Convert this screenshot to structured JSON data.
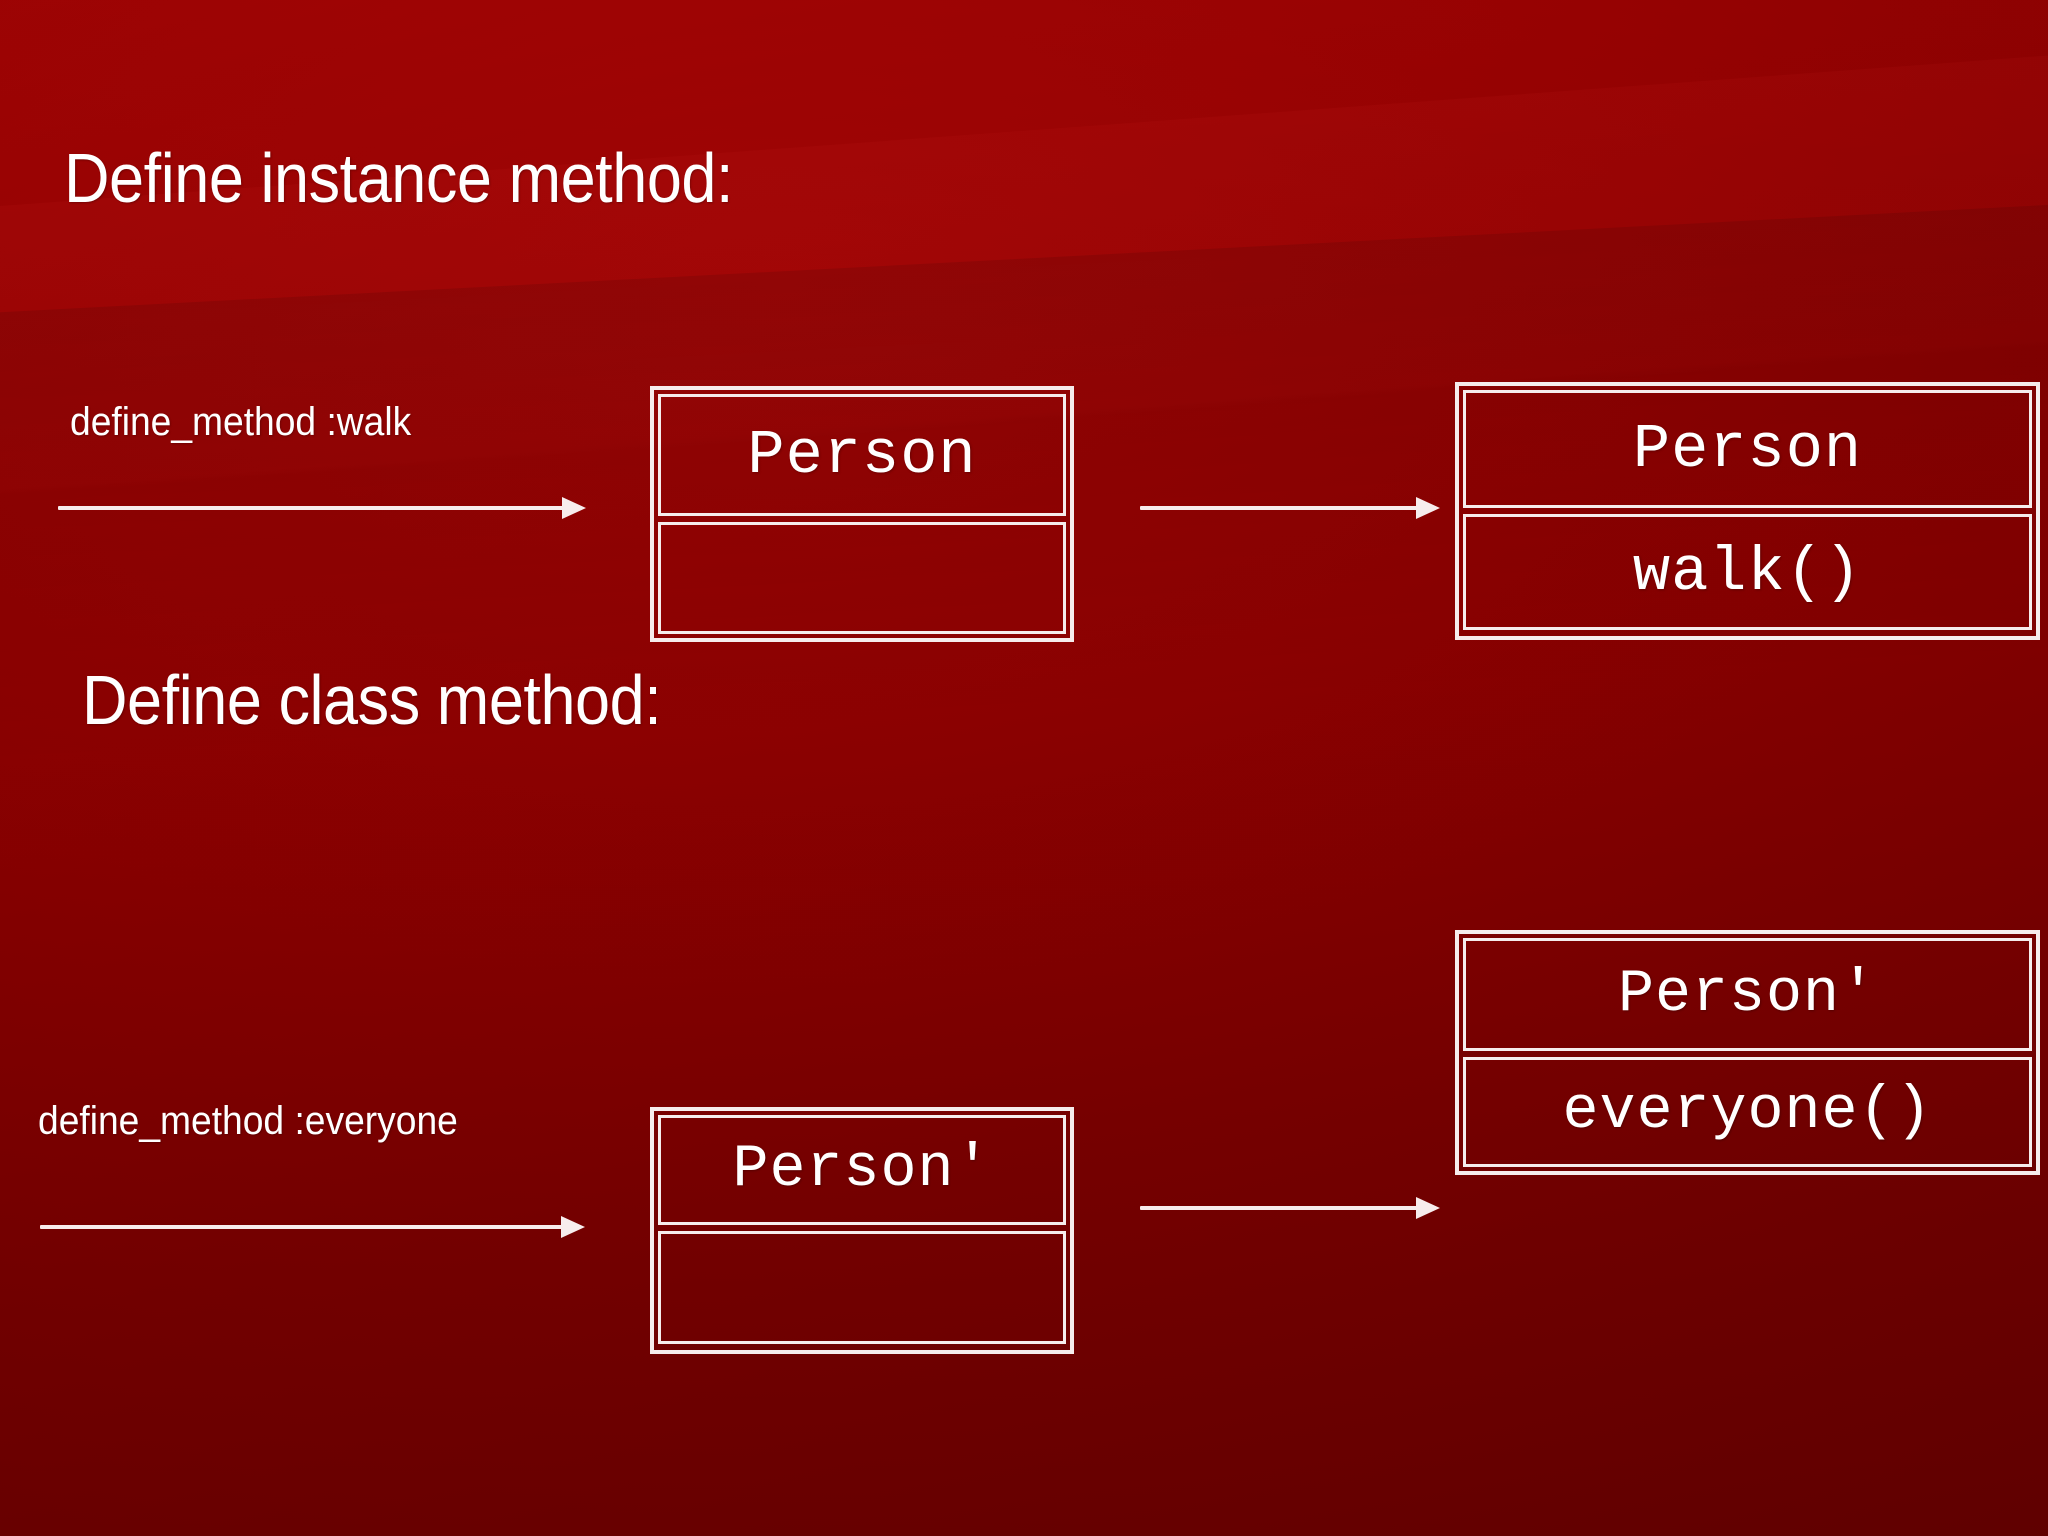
{
  "slide": {
    "background_color_top": "#9d0303",
    "background_color_bottom": "#6d0000",
    "foreground_color": "#ffffff",
    "stroke_color": "#f6ecec"
  },
  "sections": [
    {
      "heading": "Define instance method:",
      "edge_label": "define_method :walk",
      "before": {
        "class_name": "Person",
        "operations": []
      },
      "after": {
        "class_name": "Person",
        "operations": [
          "walk()"
        ]
      }
    },
    {
      "heading": "Define class method:",
      "edge_label": "define_method :everyone",
      "before": {
        "class_name": "Person'",
        "operations": []
      },
      "after": {
        "class_name": "Person'",
        "operations": [
          "everyone()"
        ]
      }
    }
  ],
  "icons": {
    "arrow_right": "arrow-right-icon"
  }
}
